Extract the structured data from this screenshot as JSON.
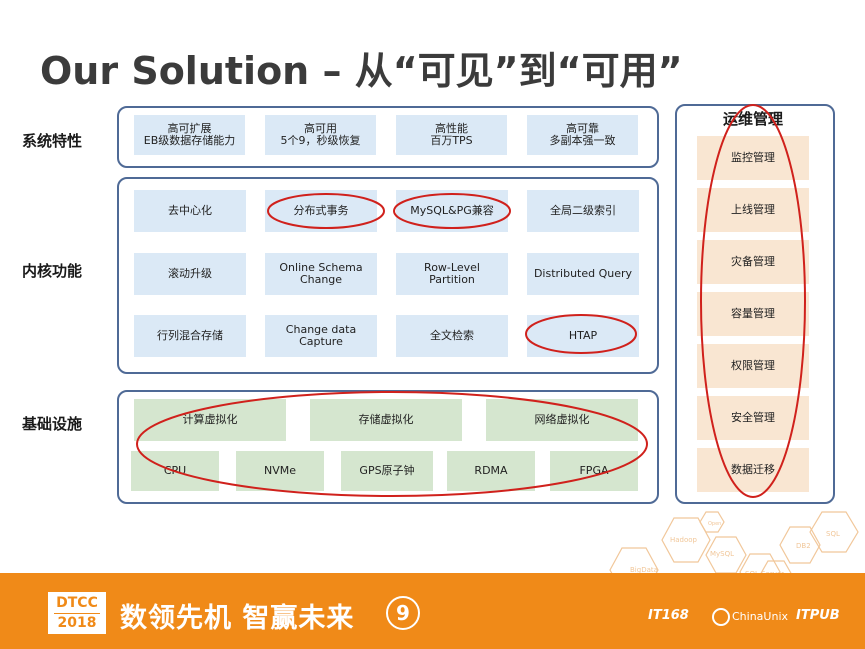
{
  "title": "Our Solution – 从“可见”到“可用”",
  "rows": {
    "system_features": "系统特性",
    "kernel_functions": "内核功能",
    "infrastructure": "基础设施"
  },
  "system_features": [
    "高可扩展\nEB级数据存储能力",
    "高可用\n5个9，秒级恢复",
    "高性能\n百万TPS",
    "高可靠\n多副本强一致"
  ],
  "kernel": [
    "去中心化",
    "分布式事务",
    "MySQL&PG兼容",
    "全局二级索引",
    "滚动升级",
    "Online Schema\nChange",
    "Row-Level\nPartition",
    "Distributed Query",
    "行列混合存储",
    "Change data\nCapture",
    "全文检索",
    "HTAP"
  ],
  "virtualization": [
    "计算虚拟化",
    "存储虚拟化",
    "网络虚拟化"
  ],
  "hardware": [
    "CPU",
    "NVMe",
    "GPS原子钟",
    "RDMA",
    "FPGA"
  ],
  "ops": {
    "title": "运维管理",
    "items": [
      "监控管理",
      "上线管理",
      "灾备管理",
      "容量管理",
      "权限管理",
      "安全管理",
      "数据迁移"
    ]
  },
  "decor_hex": [
    "SQL",
    "Hadoop",
    "MySQL",
    "BigData",
    "DB2",
    "SQL Server",
    "Open"
  ],
  "footer": {
    "dtcc_top": "DTCC",
    "dtcc_year": "2018",
    "slogan": "数领先机 智赢未来",
    "edition": "9",
    "sponsor1": "IT168",
    "sponsor2": "ChinaUnix",
    "sponsor3": "ITPUB"
  },
  "colors": {
    "panel_border": "#4f6a96",
    "blue_cell": "#dbe9f6",
    "green_cell": "#d5e6cf",
    "ops_cell": "#f9e6d2",
    "highlight": "#d0211c",
    "footer": "#f08a18"
  }
}
